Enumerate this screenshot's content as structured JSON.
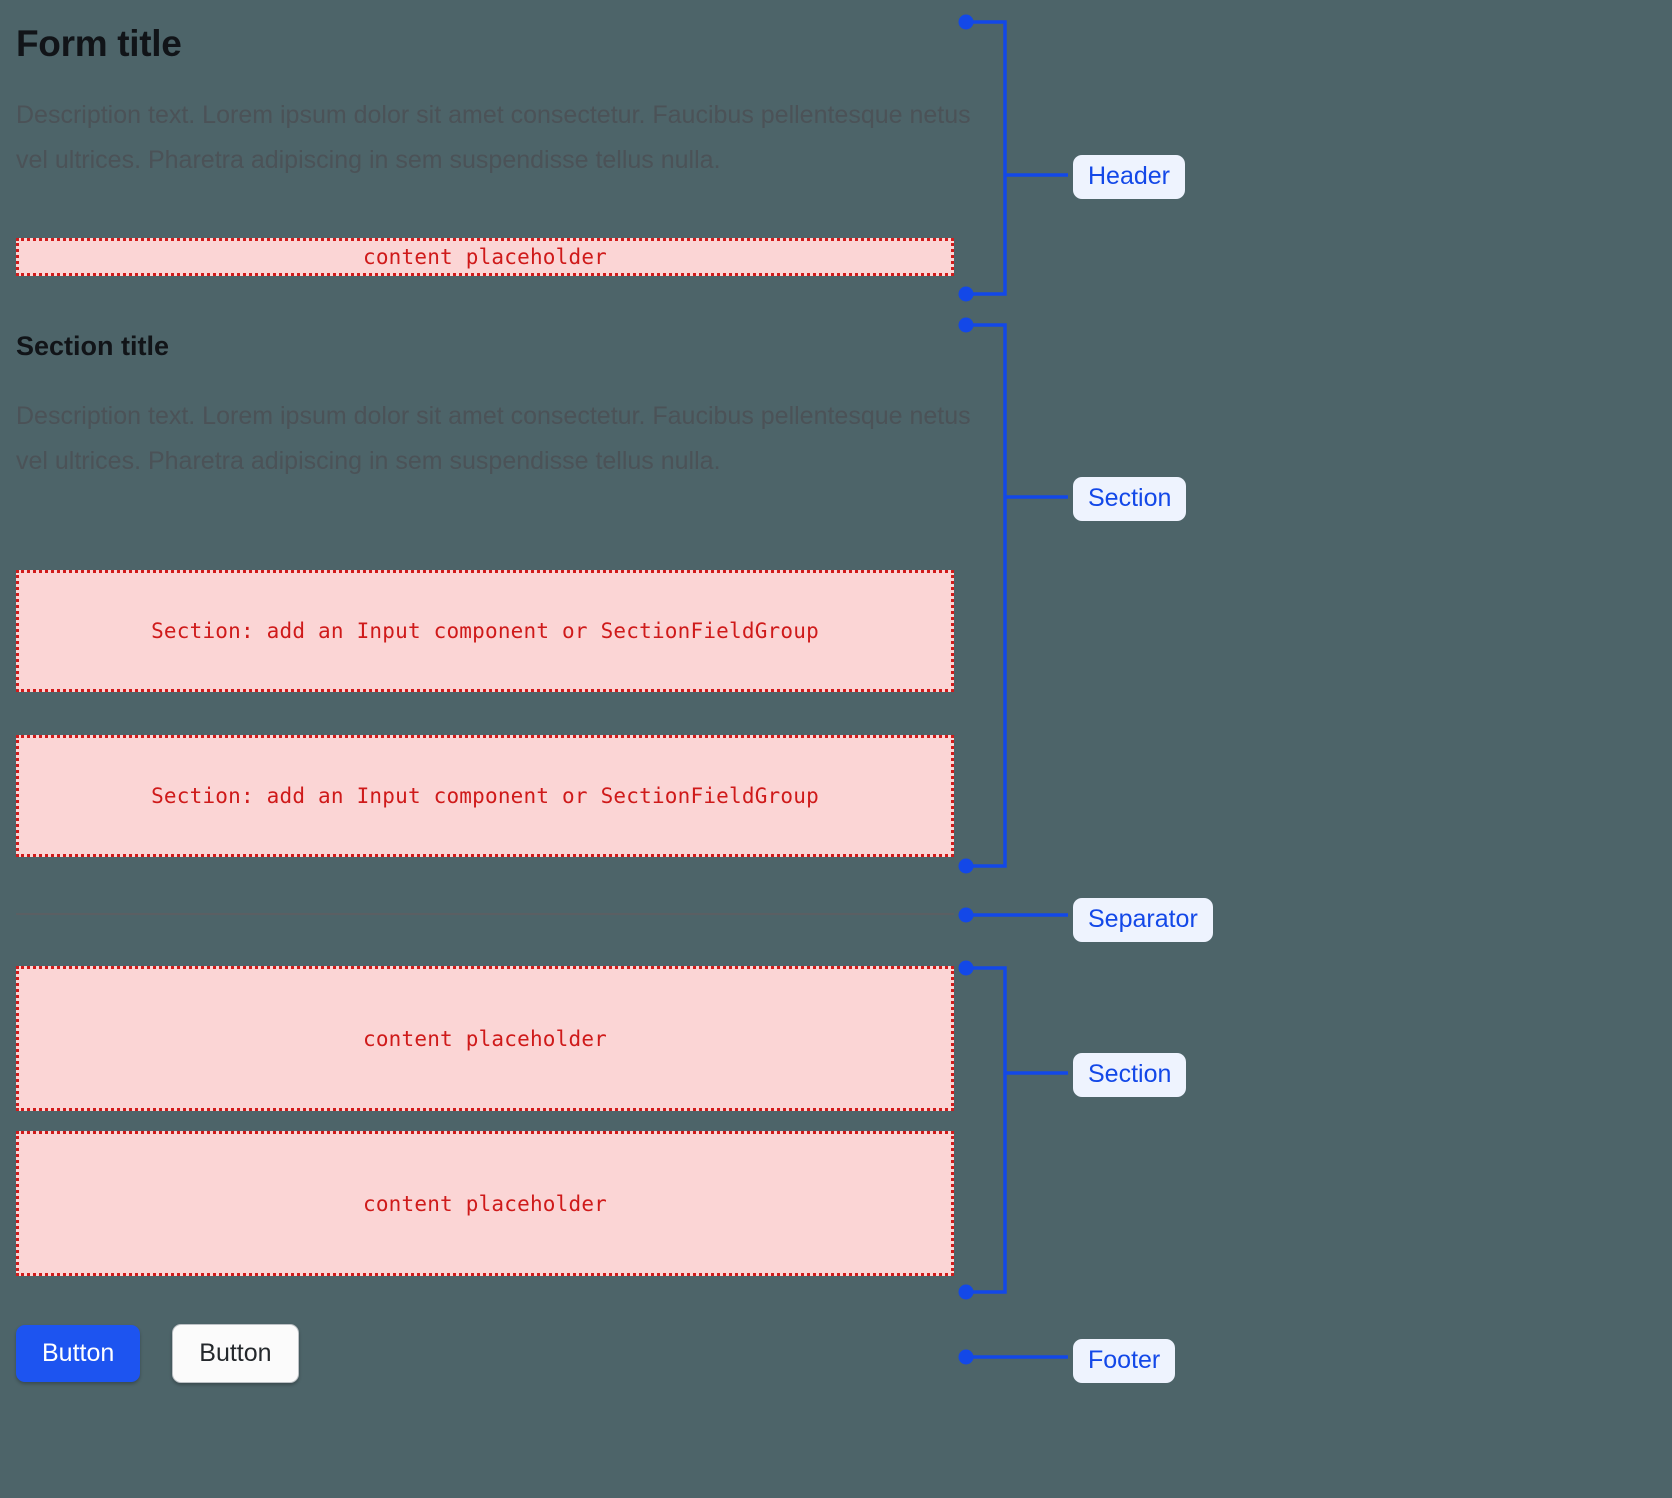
{
  "background_color": "#4d6469",
  "accent_color": "#1348e8",
  "placeholder_color": "#cf1a1a",
  "form": {
    "title": "Form title",
    "header_description": "Description text. Lorem ipsum dolor sit amet consectetur. Faucibus pellentesque netus vel ultrices. Pharetra adipiscing in sem suspendisse tellus nulla.",
    "header_placeholder": "content placeholder",
    "section_title": "Section title",
    "section_description": "Description text. Lorem ipsum dolor sit amet consectetur. Faucibus pellentesque netus vel ultrices. Pharetra adipiscing in sem suspendisse tellus nulla.",
    "section_field_placeholder_1": "Section: add an Input component or SectionFieldGroup",
    "section_field_placeholder_2": "Section: add an Input component or SectionFieldGroup",
    "content_placeholder_1": "content placeholder",
    "content_placeholder_2": "content placeholder"
  },
  "footer": {
    "primary_button": "Button",
    "secondary_button": "Button"
  },
  "annotations": {
    "header": "Header",
    "section_1": "Section",
    "separator": "Separator",
    "section_2": "Section",
    "footer": "Footer"
  }
}
